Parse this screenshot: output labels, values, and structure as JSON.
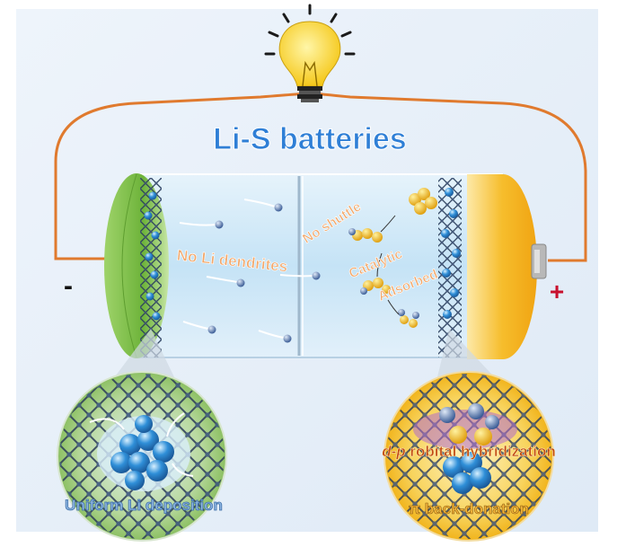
{
  "title": "Li-S batteries",
  "terminals": {
    "negative": "-",
    "positive": "+"
  },
  "labels": {
    "no_li_dendrites": "No Li dendrites",
    "no_shuttle": "No shuttle",
    "catalytic": "Catalytic",
    "adsorbed": "Adsorbed"
  },
  "insets": {
    "left_caption": "Uniform Li deposition",
    "right_caption_italic": "d-p",
    "right_caption_rest": " robital hybridization",
    "right_caption_2": "π back-donation"
  },
  "colors": {
    "wire": "#e07a2e",
    "anode": "#7fc24a",
    "cathode": "#f4b41a",
    "electrolyte": "#cfe8f8",
    "title": "#2f7fd6",
    "label_orange": "#f2a76a",
    "hybrid_text": "#c24a10",
    "plus": "#c8102e"
  }
}
